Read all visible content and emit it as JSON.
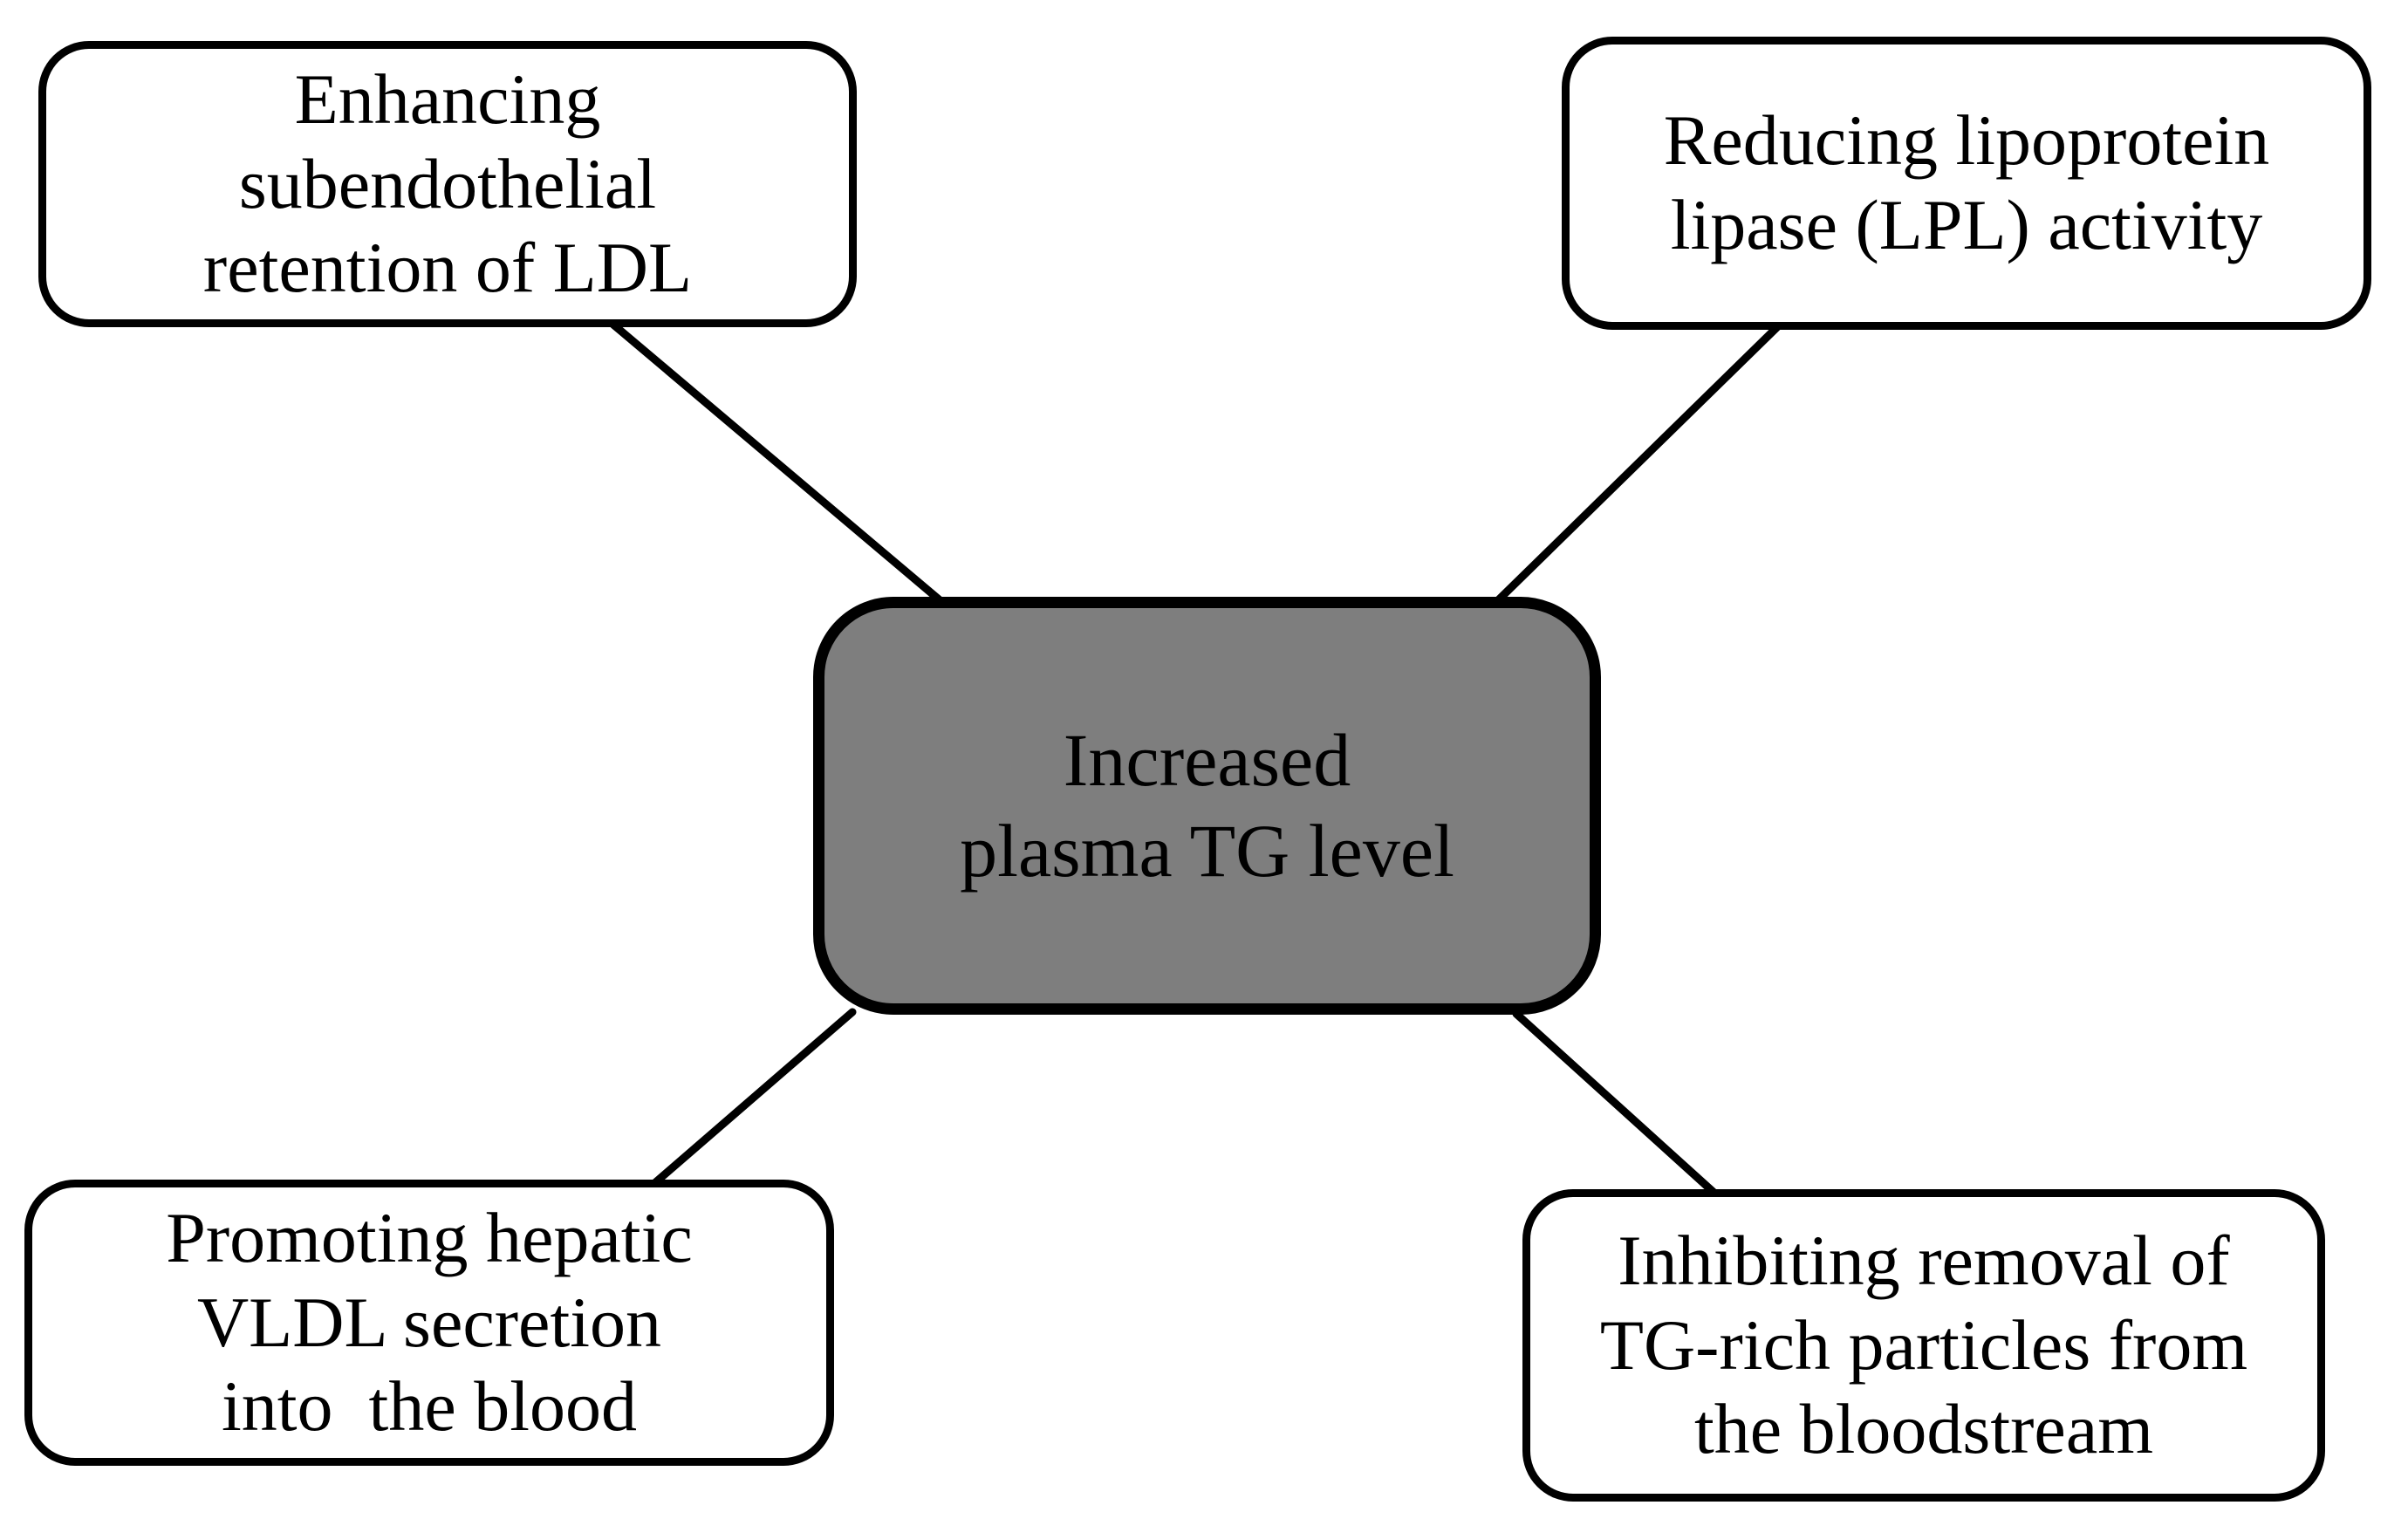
{
  "figure": {
    "background_color": "#ffffff",
    "connector_color": "#000000",
    "center_node": {
      "id": "increased-plasma-tg-level",
      "fill_color": "#7e7e7e",
      "border_color": "#000000",
      "text_color": "#000000",
      "label_lines": [
        "Increased",
        "plasma TG level"
      ]
    },
    "satellite_nodes": [
      {
        "id": "enhancing-subendothelial-retention-of-ldl",
        "position": "top-left",
        "fill_color": "#ffffff",
        "border_color": "#000000",
        "label_lines": [
          "Enhancing",
          "subendothelial",
          "retention of LDL"
        ]
      },
      {
        "id": "reducing-lpl-activity",
        "position": "top-right",
        "fill_color": "#ffffff",
        "border_color": "#000000",
        "label_lines": [
          "Reducing lipoprotein",
          "lipase (LPL) activity"
        ]
      },
      {
        "id": "promoting-hepatic-vldl-secretion",
        "position": "bottom-left",
        "fill_color": "#ffffff",
        "border_color": "#000000",
        "label_lines": [
          "Promoting hepatic",
          "VLDL secretion",
          "into  the blood"
        ]
      },
      {
        "id": "inhibiting-tg-rich-particle-removal",
        "position": "bottom-right",
        "fill_color": "#ffffff",
        "border_color": "#000000",
        "label_lines": [
          "Inhibiting removal of",
          "TG-rich particles from",
          "the bloodstream"
        ]
      }
    ]
  }
}
